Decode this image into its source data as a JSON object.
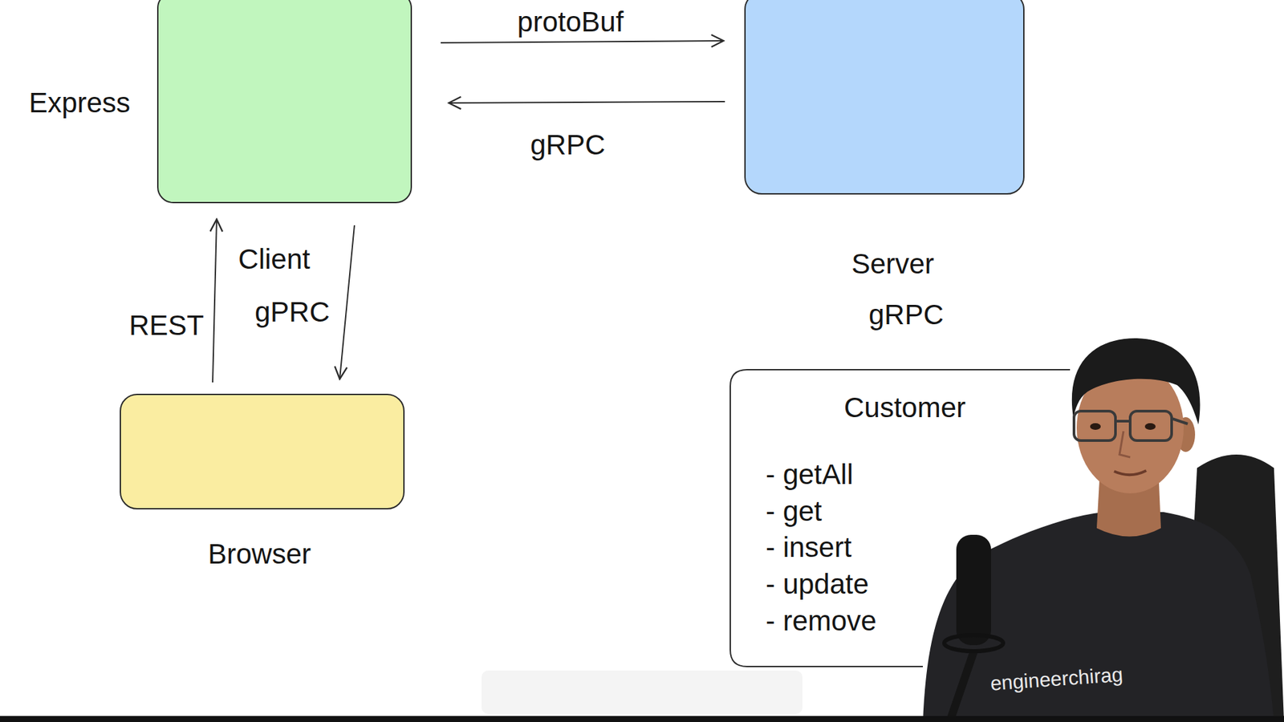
{
  "diagram": {
    "nodes": [
      {
        "text": [
          "Express"
        ]
      },
      {
        "text": [
          "Server",
          "gRPC"
        ]
      },
      {
        "text": [
          "Browser"
        ]
      },
      {
        "text": [
          "Customer",
          "- getAll",
          "- get",
          "- insert",
          "- update",
          "- remove"
        ]
      }
    ],
    "edges": [
      {
        "from": 0,
        "to": 1,
        "label": "protoBuf",
        "arrow": "to"
      },
      {
        "from": 1,
        "to": 0,
        "label": "gRPC",
        "arrow": "to"
      },
      {
        "from": 2,
        "to": 0,
        "label": "REST",
        "arrow": "to"
      },
      {
        "from": 0,
        "to": 2,
        "arrow": "to"
      }
    ],
    "labels": [
      "Client",
      "gPRC",
      "engineerchirag"
    ]
  }
}
